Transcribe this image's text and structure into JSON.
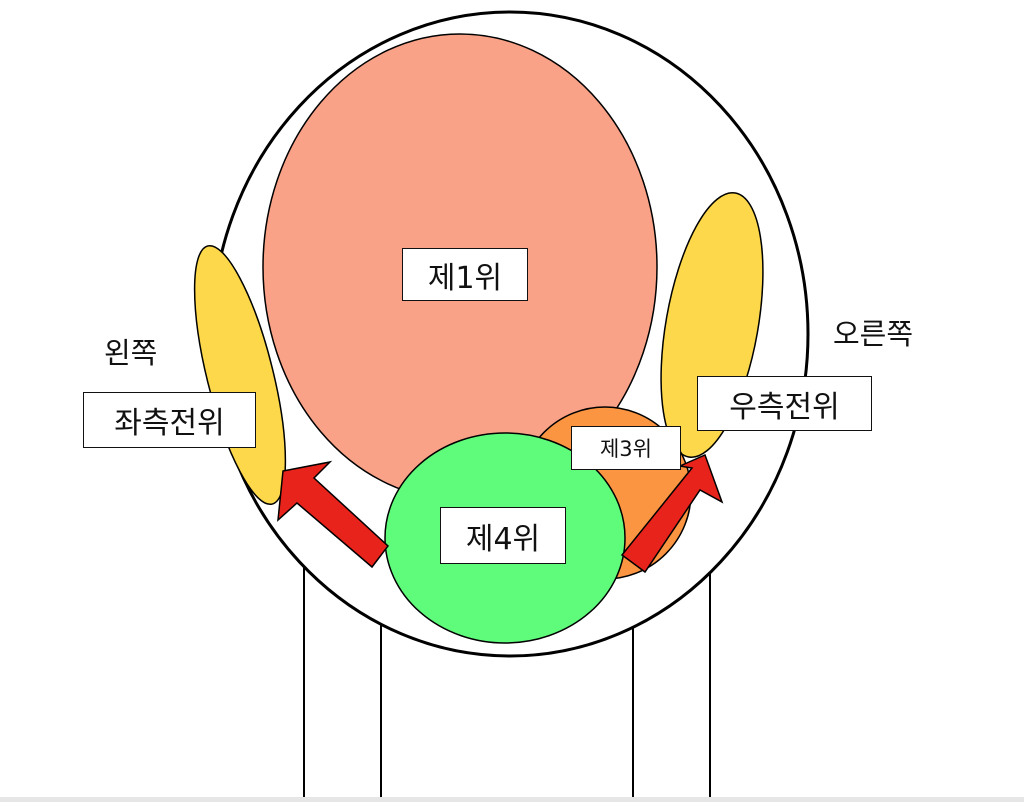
{
  "labels": {
    "first": "제1위",
    "third": "제3위",
    "fourth": "제4위",
    "left_lateral": "좌측전위",
    "right_lateral": "우측전위",
    "left_side": "왼쪽",
    "right_side": "오른쪽"
  },
  "colors": {
    "first": "#F9A287",
    "third": "#FB9541",
    "fourth": "#5FFC7C",
    "lateral": "#FDD84A",
    "arrow": "#E8231B"
  }
}
